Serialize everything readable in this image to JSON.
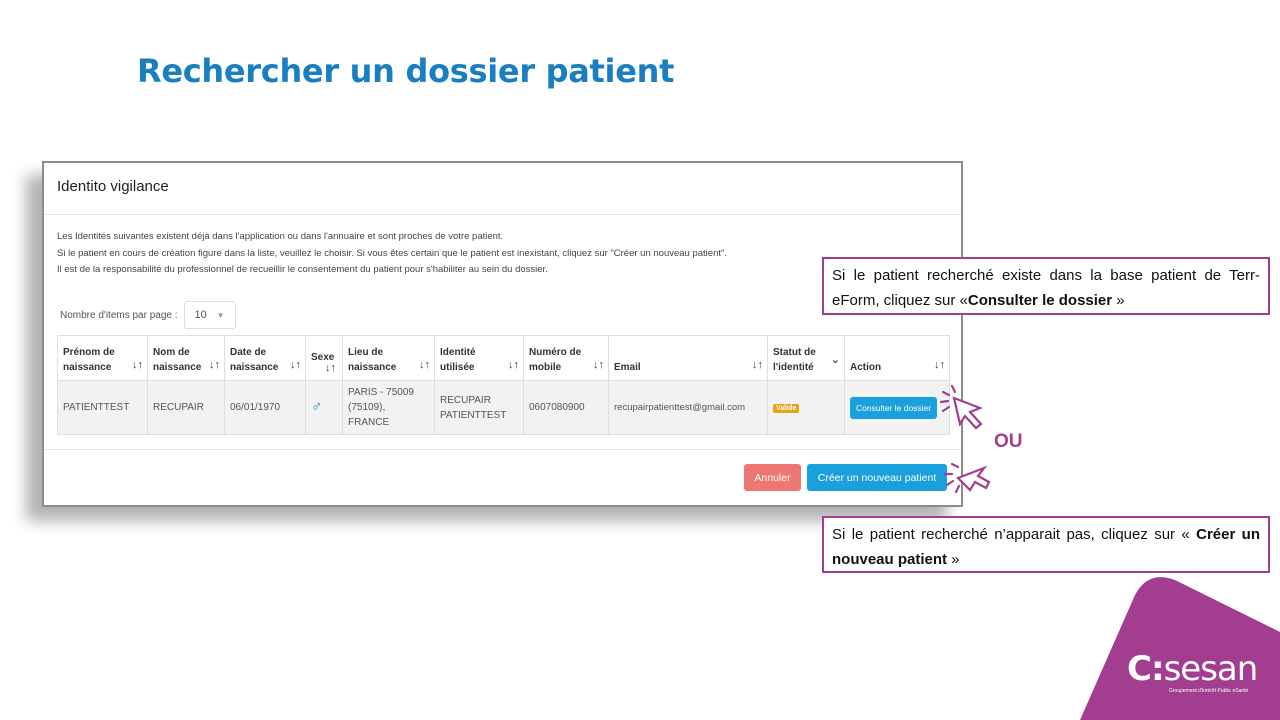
{
  "slide": {
    "title": "Rechercher un dossier patient"
  },
  "modal": {
    "title": "Identito vigilance",
    "info_lines": [
      "Les Identités suivantes existent déjà dans l'application ou dans l'annuaire et sont proches de votre patient.",
      "Si le patient en cours de création figure dans la liste, veuillez le choisir. Si vous êtes certain que le patient est inexistant, cliquez sur \"Créer un nouveau patient\".",
      "Il est de la responsabilité du professionnel de recueillir le consentement du patient pour s'habiliter au sein du dossier."
    ],
    "items_per_page_label": "Nombre d'items par page :",
    "items_per_page_value": "10",
    "columns": {
      "prenom": [
        "Prénom de",
        "naissance"
      ],
      "nom": [
        "Nom de",
        "naissance"
      ],
      "date": [
        "Date de",
        "naissance"
      ],
      "sexe": "Sexe",
      "lieu": [
        "Lieu de",
        "naissance"
      ],
      "identite": [
        "Identité",
        "utilisée"
      ],
      "mobile": [
        "Numéro de",
        "mobile"
      ],
      "email": "Email",
      "statut": [
        "Statut de",
        "l'identité"
      ],
      "action": "Action"
    },
    "row": {
      "prenom": "PATIENTTEST",
      "nom": "RECUPAIR",
      "date": "06/01/1970",
      "lieu_1": "PARIS - 75009",
      "lieu_2": "(75109), FRANCE",
      "identite_1": "RECUPAIR",
      "identite_2": "PATIENTTEST",
      "mobile": "0607080900",
      "email": "recupairpatienttest@gmail.com",
      "statut": "Valide",
      "action_label": "Consulter le dossier"
    },
    "cancel_label": "Annuler",
    "create_label": "Créer un nouveau patient"
  },
  "callouts": {
    "first_text": "Si le patient recherché existe dans la base patient de Terr-eForm, cliquez sur «",
    "first_bold": "Consulter le dossier",
    "first_end": " »",
    "ou": "OU",
    "second_text": "Si le patient recherché n’apparait pas, cliquez sur « ",
    "second_bold": "Créer un nouveau patient",
    "second_end": " »"
  },
  "logo": {
    "word": "sesan",
    "subtitle": "Groupement d'Intérêt Public eSanté"
  },
  "colors": {
    "title_blue": "#1a7fc1",
    "accent_purple": "#a23d8f",
    "button_blue": "#1aa0dc",
    "button_red": "#ee7774",
    "badge_orange": "#e8a317"
  }
}
